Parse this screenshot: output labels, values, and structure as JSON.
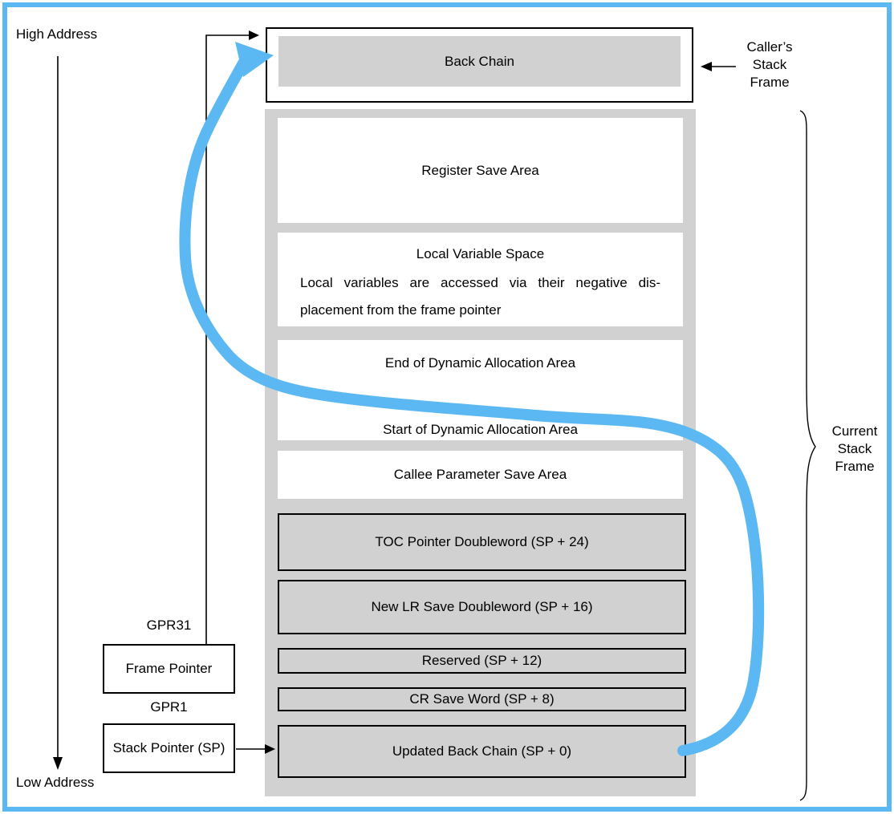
{
  "diagram": {
    "address_axis": {
      "high_label": "High Address",
      "low_label": "Low Address"
    },
    "caller_frame": {
      "lines": [
        "Caller’s",
        "Stack",
        "Frame"
      ]
    },
    "current_frame": {
      "lines": [
        "Current",
        "Stack",
        "Frame"
      ]
    },
    "back_chain": {
      "label": "Back Chain"
    },
    "registers": {
      "gpr31": "GPR31",
      "gpr1": "GPR1",
      "frame_pointer": "Frame Pointer",
      "stack_pointer": "Stack Pointer (SP)"
    },
    "stack_slots": {
      "register_save": "Register Save Area",
      "local_variable_title": "Local Variable Space",
      "local_variable_body_line1": "Local variables are accessed via their negative dis-",
      "local_variable_body_line2": "placement from the frame pointer",
      "dynamic_end": "End of Dynamic Allocation Area",
      "dynamic_start": "Start of Dynamic Allocation Area",
      "callee_param": "Callee Parameter Save Area",
      "toc_pointer": "TOC Pointer Doubleword (SP + 24)",
      "new_lr": "New LR Save Doubleword (SP + 16)",
      "reserved": "Reserved (SP + 12)",
      "cr_save": "CR Save Word (SP + 8)",
      "updated_back_chain": "Updated Back Chain (SP + 0)"
    },
    "colors": {
      "accent_blue": "#5cb8f2",
      "box_gray": "#d1d1d1",
      "line_black": "#000000"
    }
  }
}
